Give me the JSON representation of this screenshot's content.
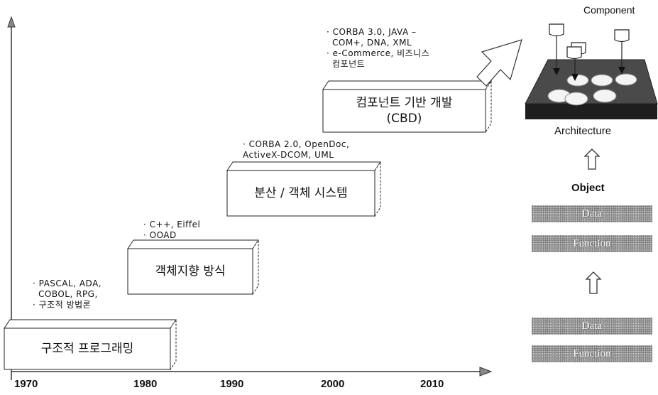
{
  "timeline": {
    "years": [
      "1970",
      "1980",
      "1990",
      "2000",
      "2010"
    ]
  },
  "stages": [
    {
      "title": "구조적 프로그래밍",
      "bullets": [
        "· PASCAL, ADA,",
        "COBOL, RPG,",
        "· 구조적 방법론"
      ]
    },
    {
      "title": "객체지향 방식",
      "bullets": [
        "· C++, Eiffel",
        "· OOAD"
      ]
    },
    {
      "title": "분산 / 객체 시스템",
      "bullets": [
        "· CORBA 2.0, OpenDoc,",
        "ActiveX-DCOM, UML"
      ]
    },
    {
      "title_line1": "컴포넌트 기반 개발",
      "title_line2": "(CBD)",
      "bullets": [
        "· CORBA 3.0, JAVA –",
        "COM+, DNA, XML",
        "· e-Commerce, 비즈니스",
        "컴포넌트"
      ]
    }
  ],
  "right_panel": {
    "component_label": "Component",
    "architecture_label": "Architecture",
    "object_label": "Object",
    "upper_stack": [
      "Data",
      "Function"
    ],
    "lower_stack": [
      "Data",
      "Function"
    ]
  }
}
